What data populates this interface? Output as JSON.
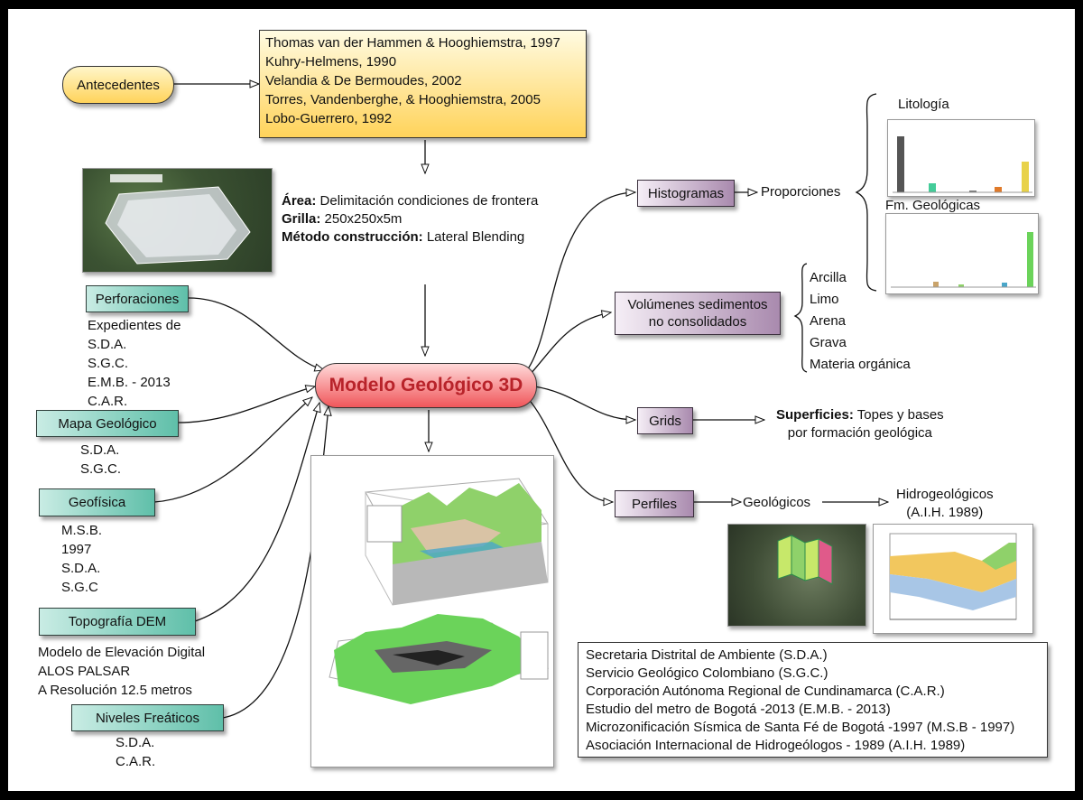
{
  "antecedentes": {
    "label": "Antecedentes",
    "refs": [
      "Thomas van der Hammen & Hooghiemstra, 1997",
      "Kuhry-Helmens, 1990",
      "Velandia & De Bermoudes, 2002",
      "Torres, Vandenberghe, & Hooghiemstra, 2005",
      "Lobo-Guerrero, 1992"
    ]
  },
  "area_block": {
    "area_key": "Área:",
    "area_val": " Delimitación condiciones de frontera",
    "grid_key": "Grilla:",
    "grid_val": " 250x250x5m",
    "method_key": "Método construcción:",
    "method_val": " Lateral Blending"
  },
  "center": {
    "label": "Modelo Geológico 3D"
  },
  "sources": {
    "perforaciones": {
      "label": "Perforaciones",
      "items": [
        "Expedientes de",
        "S.D.A.",
        "S.G.C.",
        "E.M.B. - 2013",
        "C.A.R."
      ]
    },
    "mapa": {
      "label": "Mapa Geológico",
      "items": [
        "S.D.A.",
        "S.G.C."
      ]
    },
    "geofisica": {
      "label": "Geofísica",
      "items": [
        "M.S.B.",
        "1997",
        "S.D.A.",
        "S.G.C"
      ]
    },
    "topografia": {
      "label": "Topografía DEM",
      "items": [
        "Modelo de Elevación Digital",
        "ALOS PALSAR",
        "A Resolución 12.5 metros"
      ]
    },
    "niveles": {
      "label": "Niveles Freáticos",
      "items": [
        "S.D.A.",
        "C.A.R."
      ]
    }
  },
  "outputs": {
    "histogramas": {
      "label": "Histogramas",
      "proporciones": "Proporciones",
      "litologia": "Litología",
      "formaciones": "Fm. Geológicas"
    },
    "volumenes": {
      "label_line1": "Volúmenes sedimentos",
      "label_line2": "no consolidados",
      "items": [
        "Arcilla",
        "Limo",
        "Arena",
        "Grava",
        "Materia orgánica"
      ]
    },
    "grids": {
      "label": "Grids",
      "sup_key": "Superficies:",
      "sup_val": " Topes y bases",
      "sup_line2": "por formación geológica"
    },
    "perfiles": {
      "label": "Perfiles",
      "geologicos": "Geológicos",
      "hidro_line1": "Hidrogeológicos",
      "hidro_line2": "(A.I.H. 1989)"
    }
  },
  "legend": [
    "Secretaria Distrital de Ambiente (S.D.A.)",
    "Servicio Geológico Colombiano (S.G.C.)",
    "Corporación Autónoma Regional de Cundinamarca (C.A.R.)",
    "Estudio del metro de Bogotá -2013 (E.M.B. - 2013)",
    "Microzonificación Sísmica de Santa Fé de Bogotá -1997 (M.S.B - 1997)",
    "Asociación Internacional de Hidrogeólogos - 1989 (A.I.H. 1989)"
  ],
  "colors": {
    "teal": "#5fbfa9",
    "purple": "#a98aae",
    "center_red": "#f0565a",
    "center_text": "#b8232a",
    "yellow": "#ffd35a"
  }
}
